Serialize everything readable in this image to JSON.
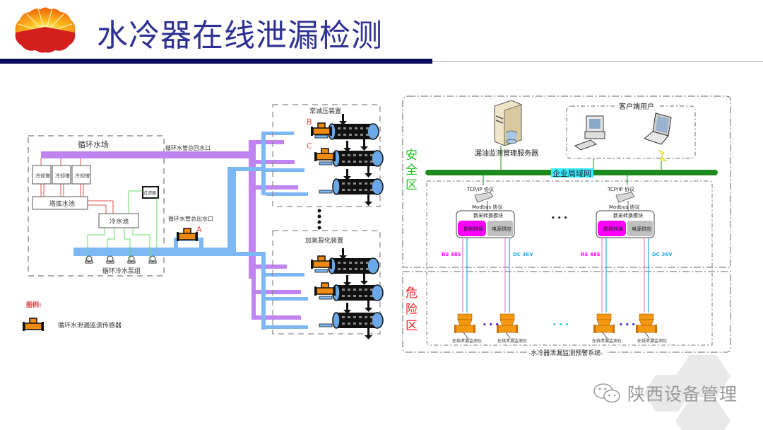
{
  "header": {
    "title": "水冷器在线泄漏检测",
    "logo": "petrochina-logo"
  },
  "left_diagram": {
    "cooling_station": {
      "label": "循环水场",
      "towers": [
        "冷却塔",
        "冷却塔",
        "冷却塔"
      ],
      "tower_basin": "塔底水池",
      "cold_pool": "冷水池",
      "filter": "过滤器",
      "pump_group": "循环冷水泵组"
    },
    "return_main_label": "循环水管总回水口",
    "supply_main_label": "循环水管总出水口",
    "units": [
      {
        "label": "常减压装置"
      },
      {
        "label": "加氢裂化装置"
      }
    ],
    "point_labels": [
      "A",
      "B",
      "C"
    ],
    "legend": {
      "title": "图例:",
      "items": [
        {
          "icon": "leak-sensor-icon",
          "label": "循环水泄漏监测传感器"
        }
      ]
    },
    "colors": {
      "return_pipe": "#c084f0",
      "supply_pipe": "#7db8f5",
      "sensor": "#f08a10",
      "marker": "#e04848"
    }
  },
  "right_diagram": {
    "safe_zone_label": "安全区",
    "danger_zone_label": "危险区",
    "server_label": "漏油监测管理服务器",
    "client_group_label": "客户端用户",
    "lan_label": "企业局域网",
    "system_label": "-水冷器泄漏监测预警系统-",
    "modules": [
      {
        "tcp_label": "TCP/IP 协议",
        "modbus_label": "Modbus 协议",
        "module_title": "数采转换模块",
        "data_block": "数据转换",
        "power_block": "电源供应",
        "rs485_label": "RS 485",
        "dc_label": "DC 36V",
        "monitors": [
          "在线泄漏监测仪",
          "在线泄漏监测仪"
        ]
      },
      {
        "tcp_label": "TCP/IP 协议",
        "modbus_label": "Modbus 协议",
        "module_title": "数采转换模块",
        "data_block": "数据转换",
        "power_block": "电源供应",
        "rs485_label": "RS 485",
        "dc_label": "DC 36V",
        "monitors": [
          "在线泄漏监测仪",
          "在线泄漏监测仪"
        ]
      }
    ],
    "ellipsis": "• • •",
    "colors": {
      "safe_zone": "#22c022",
      "danger_zone": "#ff2020",
      "lan": "#1e8a1e",
      "lan_label_bg": "#33eeff",
      "data_block": "#ff00ff",
      "power_block": "#c0c0c0",
      "rs485": "#ff44cc",
      "dc": "#22aaee",
      "monitor": "#f59a10"
    }
  },
  "watermark": {
    "text": "陕西设备管理",
    "icon": "wechat-icon"
  }
}
